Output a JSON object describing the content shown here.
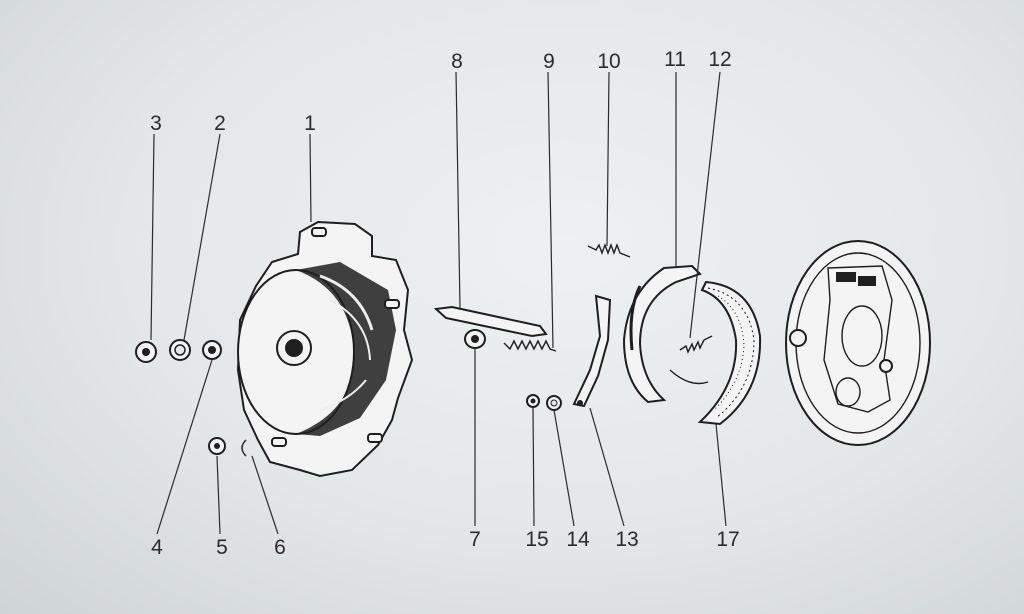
{
  "background_color": "#e6e9e9",
  "ink_color": "#1e1e1e",
  "callouts": {
    "n1": "1",
    "n2": "2",
    "n3": "3",
    "n4": "4",
    "n5": "5",
    "n6": "6",
    "n7": "7",
    "n8": "8",
    "n9": "9",
    "n10": "10",
    "n11": "11",
    "n12": "12",
    "n13": "13",
    "n14": "14",
    "n15": "15",
    "n17": "17"
  }
}
